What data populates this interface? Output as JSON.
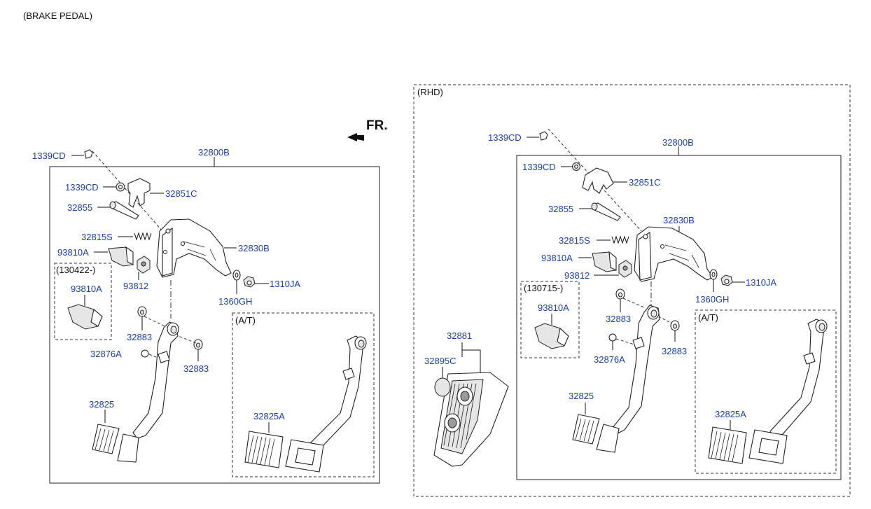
{
  "title": "(BRAKE PEDAL)",
  "direction_label": "FR.",
  "left": {
    "assembly": "32800B",
    "bolt_top": "1339CD",
    "nut": "1339CD",
    "bracket": "32851C",
    "pin": "32855",
    "spring": "32815S",
    "switch": "93810A",
    "member": "32830B",
    "stopper": "93812",
    "washer": "1360GH",
    "nut_side": "1310JA",
    "bush_a": "32883",
    "bush_b": "32883",
    "clip": "32876A",
    "pedal": "32825",
    "variant_date": "(130422-)",
    "variant_switch": "93810A",
    "at_label": "(A/T)",
    "at_pedal": "32825A"
  },
  "right": {
    "region_label": "(RHD)",
    "assembly": "32800B",
    "bolt_top": "1339CD",
    "nut": "1339CD",
    "bracket": "32851C",
    "pin": "32855",
    "member": "32830B",
    "spring": "32815S",
    "switch": "93810A",
    "stopper": "93812",
    "nut_side": "1310JA",
    "washer": "1360GH",
    "variant_date": "(130715-)",
    "variant_switch": "93810A",
    "bush_a": "32883",
    "bush_b": "32883",
    "clip": "32876A",
    "pedal": "32825",
    "at_label": "(A/T)",
    "at_pedal": "32825A",
    "footrest": "32881",
    "cap": "32895C"
  }
}
